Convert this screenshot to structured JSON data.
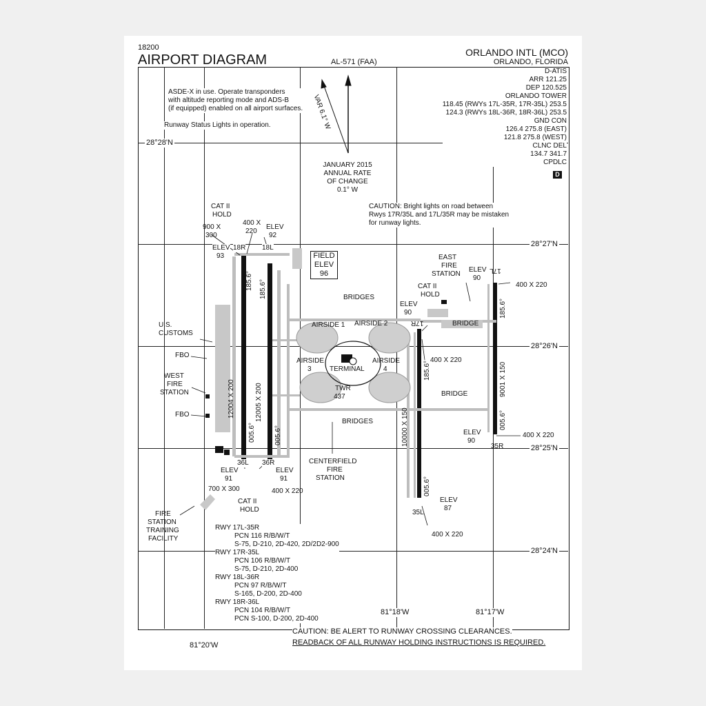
{
  "header": {
    "doc_number": "18200",
    "title": "AIRPORT DIAGRAM",
    "chart_id": "AL-571 (FAA)",
    "airport_name": "ORLANDO INTL (MCO)",
    "location": "ORLANDO, FLORIDA"
  },
  "notes": {
    "asde_1": "ASDE-X in use.  Operate transponders",
    "asde_2": "with altitude reporting mode and ADS-B",
    "asde_3": "(if equipped) enabled on all airport surfaces.",
    "rwsl": "Runway Status Lights in operation.",
    "caution_lights_1": "CAUTION:  Bright lights on road between",
    "caution_lights_2": "Rwys 17R/35L and 17L/35R may be mistaken",
    "caution_lights_3": "for runway lights.",
    "caution_bottom_1": "CAUTION: BE ALERT TO RUNWAY CROSSING CLEARANCES.",
    "caution_bottom_2": "READBACK OF ALL RUNWAY HOLDING INSTRUCTIONS IS REQUIRED."
  },
  "variation": {
    "label": "VAR 6.1° W",
    "annual_1": "JANUARY 2015",
    "annual_2": "ANNUAL RATE",
    "annual_3": "OF CHANGE",
    "annual_4": "0.1° W"
  },
  "frequencies": {
    "datis": "D-ATIS",
    "arr": "ARR 121.25",
    "dep": "DEP 120.525",
    "tower": "ORLANDO TOWER",
    "twr_1": "118.45 (RWYs 17L-35R, 17R-35L) 253.5",
    "twr_2": "124.3 (RWYs 18L-36R, 18R-36L) 253.5",
    "gnd": "GND CON",
    "gnd_east": "126.4   275.8 (EAST)",
    "gnd_west": "121.8   275.8 (WEST)",
    "clnc": "CLNC DEL",
    "clnc_freq": "134.7   341.7",
    "cpdlc": "CPDLC",
    "badge": "D"
  },
  "coords": {
    "lat_2828": "28°28'N",
    "lat_2827": "28°27'N",
    "lat_2826": "28°26'N",
    "lat_2825": "28°25'N",
    "lat_2824": "28°24'N",
    "lon_8118": "81°18'W",
    "lon_8117": "81°17'W",
    "lon_8120": "81°20'W"
  },
  "field_elev": {
    "l1": "FIELD",
    "l2": "ELEV",
    "l3": "96"
  },
  "labels": {
    "cat2_hold_nw_1": "CAT II",
    "cat2_hold_nw_2": "HOLD",
    "dim_900": "900 X",
    "dim_300": "300",
    "dim_400_220_n_1": "400 X",
    "dim_400_220_n_2": "220",
    "elev_92_1": "ELEV",
    "elev_92_2": "92",
    "elev_93_1": "ELEV",
    "elev_93_2": "93",
    "rwy_18l": "18L",
    "rwy_18r": "18R",
    "us_customs_1": "U.S.",
    "us_customs_2": "CUSTOMS",
    "fbo_1": "FBO",
    "fbo_2": "FBO",
    "west_fire_1": "WEST",
    "west_fire_2": "FIRE",
    "west_fire_3": "STATION",
    "elev_91a_1": "ELEV",
    "elev_91a_2": "91",
    "elev_91b_1": "ELEV",
    "elev_91b_2": "91",
    "dim_700_300": "700 X 300",
    "cat2_hold_s_1": "CAT II",
    "cat2_hold_s_2": "HOLD",
    "dim_400_220_s": "400 X 220",
    "rwy_36l": "36L",
    "rwy_36r": "36R",
    "fire_training_1": "FIRE",
    "fire_training_2": "STATION",
    "fire_training_3": "TRAINING",
    "fire_training_4": "FACILITY",
    "centerfield_1": "CENTERFIELD",
    "centerfield_2": "FIRE",
    "centerfield_3": "STATION",
    "bridges_top": "BRIDGES",
    "bridges_bot": "BRIDGES",
    "airside1": "AIRSIDE 1",
    "airside2": "AIRSIDE 2",
    "airside3a": "AIRSIDE",
    "airside3b": "3",
    "airside4a": "AIRSIDE",
    "airside4b": "4",
    "terminal": "TERMINAL",
    "twr_1": "TWR",
    "twr_2": "437",
    "east_fire_1": "EAST",
    "east_fire_2": "FIRE",
    "east_fire_3": "STATION",
    "cat2_hold_e_1": "CAT II",
    "cat2_hold_e_2": "HOLD",
    "elev_90a_1": "ELEV",
    "elev_90a_2": "90",
    "elev_90b_1": "ELEV",
    "elev_90b_2": "90",
    "elev_90c_1": "ELEV",
    "elev_90c_2": "90",
    "elev_87_1": "ELEV",
    "elev_87_2": "87",
    "rwy_17r": "17R",
    "rwy_17l": "17L",
    "rwy_35r": "35R",
    "rwy_35l": "35L",
    "dim_e_1": "400 X 220",
    "dim_e_2": "400 X 220",
    "dim_e_3": "400 X 220",
    "dim_e_4": "400 X 220",
    "bridge_e1": "BRIDGE",
    "bridge_e2": "BRIDGE",
    "rwy_len_18r": "12004 X 200",
    "rwy_len_18l": "12005 X 200",
    "rwy_len_17r": "10000 X 150",
    "rwy_len_17l": "9001 X 150",
    "hdg_185a": "185.6°",
    "hdg_185b": "185.6°",
    "hdg_185c": "185.6°",
    "hdg_185d": "185.6°",
    "hdg_005a": "005.6°",
    "hdg_005b": "005.6°",
    "hdg_005c": "005.6°",
    "hdg_005d": "005.6°"
  },
  "runway_data": [
    {
      "rwy": "RWY 17L-35R",
      "pcn": "PCN 116 R/B/W/T",
      "gear": "S-75, D-210, 2D-420, 2D/2D2-900"
    },
    {
      "rwy": "RWY 17R-35L",
      "pcn": "PCN 106 R/B/W/T",
      "gear": "S-75, D-210, 2D-400"
    },
    {
      "rwy": "RWY 18L-36R",
      "pcn": "PCN 97 R/B/W/T",
      "gear": "S-165, D-200, 2D-400"
    },
    {
      "rwy": "RWY 18R-36L",
      "pcn": "PCN 104 R/B/W/T",
      "gear": "PCN S-100, D-200, 2D-400"
    }
  ]
}
